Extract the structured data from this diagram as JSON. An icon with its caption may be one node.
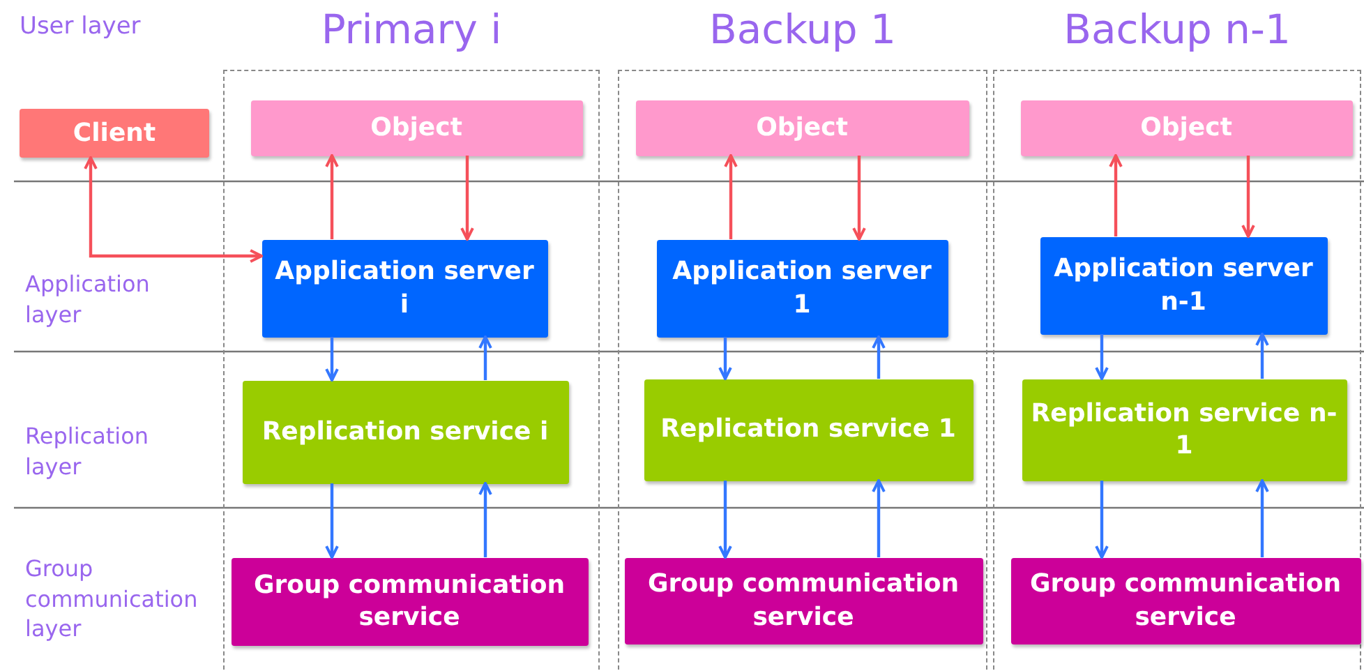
{
  "diagram": {
    "nodes": [
      {
        "text": [
          "Client"
        ]
      },
      {
        "text": [
          "Primary i"
        ]
      },
      {
        "text": [
          "Object"
        ],
        "in": 1
      },
      {
        "text": [
          "Application server i"
        ],
        "in": 1
      },
      {
        "text": [
          "Replication service i"
        ],
        "in": 1
      },
      {
        "text": [
          "Group communication service"
        ],
        "in": 1
      },
      {
        "text": [
          "Backup 1"
        ]
      },
      {
        "text": [
          "Object"
        ],
        "in": 6
      },
      {
        "text": [
          "Application server 1"
        ],
        "in": 6
      },
      {
        "text": [
          "Replication service 1"
        ],
        "in": 6
      },
      {
        "text": [
          "Group communication service"
        ],
        "in": 6
      },
      {
        "text": [
          "Backup n-1"
        ]
      },
      {
        "text": [
          "Object"
        ],
        "in": 11
      },
      {
        "text": [
          "Application server n-1"
        ],
        "in": 11
      },
      {
        "text": [
          "Replication service n-1"
        ],
        "in": 11
      },
      {
        "text": [
          "Group communication service"
        ],
        "in": 11
      }
    ],
    "edges": [
      {
        "from": 0,
        "to": 3,
        "arrow": "both",
        "color": "#f5505a"
      },
      {
        "from": 3,
        "to": 2,
        "arrow": "to",
        "color": "#f5505a"
      },
      {
        "from": 2,
        "to": 3,
        "arrow": "to",
        "color": "#f5505a"
      },
      {
        "from": 3,
        "to": 4,
        "arrow": "to"
      },
      {
        "from": 4,
        "to": 3,
        "arrow": "to"
      },
      {
        "from": 4,
        "to": 5,
        "arrow": "to"
      },
      {
        "from": 5,
        "to": 4,
        "arrow": "to"
      },
      {
        "from": 8,
        "to": 7,
        "arrow": "to",
        "color": "#f5505a"
      },
      {
        "from": 7,
        "to": 8,
        "arrow": "to",
        "color": "#f5505a"
      },
      {
        "from": 8,
        "to": 9,
        "arrow": "to"
      },
      {
        "from": 9,
        "to": 8,
        "arrow": "to"
      },
      {
        "from": 9,
        "to": 10,
        "arrow": "to"
      },
      {
        "from": 10,
        "to": 9,
        "arrow": "to"
      },
      {
        "from": 13,
        "to": 12,
        "arrow": "to",
        "color": "#f5505a"
      },
      {
        "from": 12,
        "to": 13,
        "arrow": "to",
        "color": "#f5505a"
      },
      {
        "from": 13,
        "to": 14,
        "arrow": "to"
      },
      {
        "from": 14,
        "to": 13,
        "arrow": "to"
      },
      {
        "from": 14,
        "to": 15,
        "arrow": "to"
      },
      {
        "from": 15,
        "to": 14,
        "arrow": "to"
      }
    ],
    "labels": [
      "User layer",
      "Application layer",
      "Replication layer",
      "Group communication layer"
    ]
  }
}
